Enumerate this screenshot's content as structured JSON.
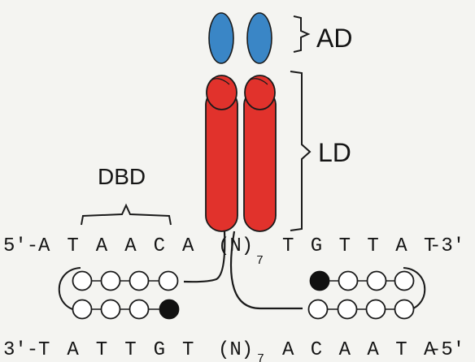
{
  "labels": {
    "ad": "AD",
    "ld": "LD",
    "dbd": "DBD"
  },
  "top_strand": {
    "prefix": "5'-",
    "left_bases": [
      "A",
      "T",
      "A",
      "A",
      "C",
      "A"
    ],
    "spacer": "(N)",
    "spacer_count": "7",
    "right_bases": [
      "T",
      "G",
      "T",
      "T",
      "A",
      "T"
    ],
    "suffix": "-3'"
  },
  "bottom_strand": {
    "prefix": "3'-",
    "left_bases": [
      "T",
      "A",
      "T",
      "T",
      "G",
      "T"
    ],
    "spacer": "(N)",
    "spacer_count": "7",
    "right_bases": [
      "A",
      "C",
      "A",
      "A",
      "T",
      "A"
    ],
    "suffix": "-5'"
  },
  "colors": {
    "activation_domain": "#3a86c6",
    "leucine_zipper": "#e1322c",
    "outline": "#1a1a1a",
    "background": "#f4f4f1"
  }
}
